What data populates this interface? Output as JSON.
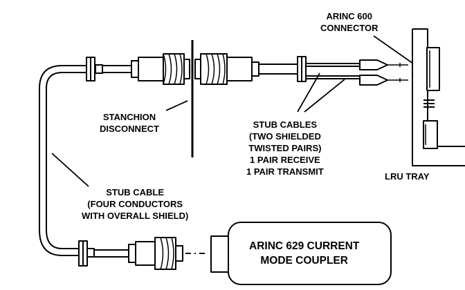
{
  "labels": {
    "connector": [
      "ARINC 600",
      "CONNECTOR"
    ],
    "stanchion": [
      "STANCHION",
      "DISCONNECT"
    ],
    "stub_cables": [
      "STUB CABLES",
      "(TWO SHIELDED",
      "TWISTED PAIRS)",
      "1 PAIR RECEIVE",
      "1 PAIR TRANSMIT"
    ],
    "lru_tray": [
      "LRU TRAY"
    ],
    "stub_cable": [
      "STUB CABLE",
      "(FOUR CONDUCTORS",
      "WITH OVERALL SHIELD)"
    ],
    "coupler": [
      "ARINC 629 CURRENT",
      "MODE COUPLER"
    ]
  },
  "colors": {
    "ink": "#000000",
    "background": "#ffffff"
  }
}
